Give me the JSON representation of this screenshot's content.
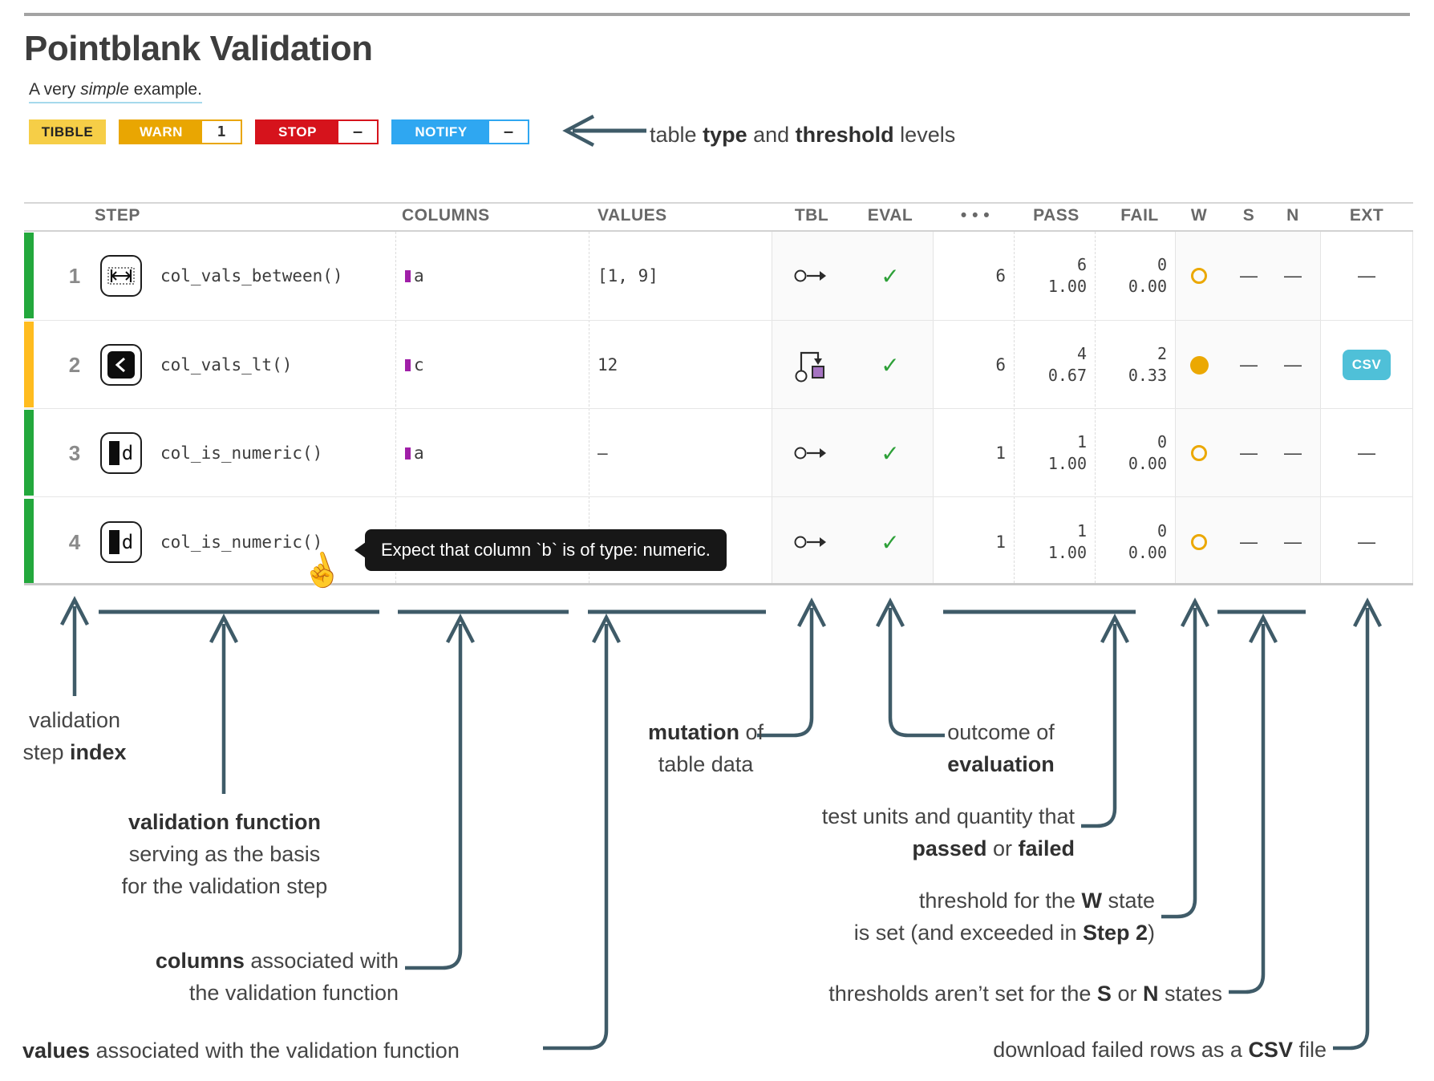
{
  "page": {
    "title": "Pointblank Validation",
    "subtitle_pre": "A very ",
    "subtitle_italic": "simple",
    "subtitle_post": " example."
  },
  "badges": {
    "tibble": "TIBBLE",
    "warn": {
      "label": "WARN",
      "value": "1"
    },
    "stop": {
      "label": "STOP",
      "value": "–"
    },
    "notify": {
      "label": "NOTIFY",
      "value": "–"
    }
  },
  "table": {
    "headers": {
      "step": "STEP",
      "columns": "COLUMNS",
      "values": "VALUES",
      "tbl": "TBL",
      "eval": "EVAL",
      "dots": "• • •",
      "pass": "PASS",
      "fail": "FAIL",
      "w": "W",
      "s": "S",
      "n": "N",
      "ext": "EXT"
    },
    "rows": [
      {
        "index": "1",
        "fn": "col_vals_between()",
        "columns": "a",
        "values": "[1, 9]",
        "tbl_icon": "no-mutation",
        "eval_icon": "check",
        "units": "6",
        "pass": {
          "n": "6",
          "f": "1.00"
        },
        "fail": {
          "n": "0",
          "f": "0.00"
        },
        "w": "open-circle",
        "s": "—",
        "n": "—",
        "ext": "—"
      },
      {
        "index": "2",
        "fn": "col_vals_lt()",
        "columns": "c",
        "values": "12",
        "tbl_icon": "mutation",
        "eval_icon": "check",
        "units": "6",
        "pass": {
          "n": "4",
          "f": "0.67"
        },
        "fail": {
          "n": "2",
          "f": "0.33"
        },
        "w": "filled-circle",
        "s": "—",
        "n": "—",
        "ext_button": "CSV"
      },
      {
        "index": "3",
        "fn": "col_is_numeric()",
        "columns": "a",
        "values": "—",
        "tbl_icon": "no-mutation",
        "eval_icon": "check",
        "units": "1",
        "pass": {
          "n": "1",
          "f": "1.00"
        },
        "fail": {
          "n": "0",
          "f": "0.00"
        },
        "w": "open-circle",
        "s": "—",
        "n": "—",
        "ext": "—"
      },
      {
        "index": "4",
        "fn": "col_is_numeric()",
        "columns": "",
        "values": "",
        "tbl_icon": "no-mutation",
        "eval_icon": "check",
        "units": "1",
        "pass": {
          "n": "1",
          "f": "1.00"
        },
        "fail": {
          "n": "0",
          "f": "0.00"
        },
        "w": "open-circle",
        "s": "—",
        "n": "—",
        "ext": "—"
      }
    ]
  },
  "tooltip": {
    "text": "Expect that column `b` is of type: numeric."
  },
  "annotations": {
    "badge_note": {
      "lines": [
        [
          {
            "t": "table "
          },
          {
            "t": "type",
            "b": true
          },
          {
            "t": " and "
          },
          {
            "t": "threshold",
            "b": true
          },
          {
            "t": " levels"
          }
        ]
      ]
    },
    "index": {
      "lines": [
        [
          {
            "t": "validation"
          }
        ],
        [
          {
            "t": "step "
          },
          {
            "t": "index",
            "b": true
          }
        ]
      ]
    },
    "function": {
      "lines": [
        [
          {
            "t": "validation function",
            "b": true
          }
        ],
        [
          {
            "t": "serving as the basis"
          }
        ],
        [
          {
            "t": "for the validation step"
          }
        ]
      ]
    },
    "columns": {
      "lines": [
        [
          {
            "t": "columns",
            "b": true
          },
          {
            "t": " associated with"
          }
        ],
        [
          {
            "t": "the validation function"
          }
        ]
      ]
    },
    "values": {
      "lines": [
        [
          {
            "t": "values",
            "b": true
          },
          {
            "t": " associated with the validation function"
          }
        ]
      ]
    },
    "mutation": {
      "lines": [
        [
          {
            "t": "mutation",
            "b": true
          },
          {
            "t": " of"
          }
        ],
        [
          {
            "t": "table data"
          }
        ]
      ]
    },
    "outcome": {
      "lines": [
        [
          {
            "t": "outcome of"
          }
        ],
        [
          {
            "t": "evaluation",
            "b": true
          }
        ]
      ]
    },
    "passfail": {
      "lines": [
        [
          {
            "t": "test units and quantity that"
          }
        ],
        [
          {
            "t": "passed",
            "b": true
          },
          {
            "t": " or "
          },
          {
            "t": "failed",
            "b": true
          }
        ]
      ]
    },
    "w_state": {
      "lines": [
        [
          {
            "t": "threshold for the "
          },
          {
            "t": "W",
            "b": true
          },
          {
            "t": " state"
          }
        ],
        [
          {
            "t": "is set (and exceeded in "
          },
          {
            "t": "Step 2",
            "b": true
          },
          {
            "t": ")"
          }
        ]
      ]
    },
    "sn_states": {
      "lines": [
        [
          {
            "t": "thresholds aren’t set for the "
          },
          {
            "t": "S",
            "b": true
          },
          {
            "t": " or "
          },
          {
            "t": "N",
            "b": true
          },
          {
            "t": " states"
          }
        ]
      ]
    },
    "csv": {
      "lines": [
        [
          {
            "t": "download failed rows as a "
          },
          {
            "t": "CSV",
            "b": true
          },
          {
            "t": " file"
          }
        ]
      ]
    }
  },
  "colors": {
    "green": "#23A83C",
    "amber": "#FFBC1F",
    "warn-fill": "#EBA802",
    "check": "#2DA038",
    "csv-btn": "#4FC0D8",
    "marker": "#A01FA8",
    "mut-square": "#A674C2",
    "badge-tibble": "#F6CE47",
    "badge-warn": "#E9A602",
    "badge-stop": "#D6131C",
    "badge-notify": "#2FA7F1",
    "arrow": "#3F5B68",
    "underline": "#A6D9EC"
  }
}
